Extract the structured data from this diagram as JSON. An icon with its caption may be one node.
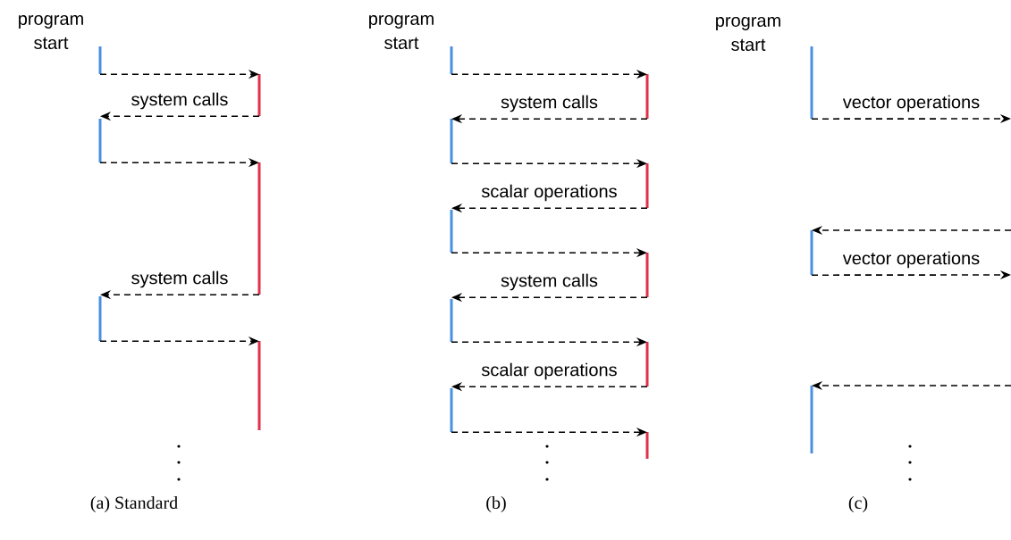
{
  "diagram": {
    "nodes": [
      {
        "text": [],
        "shape": "bar",
        "beside": [
          "program start"
        ]
      },
      {
        "text": [],
        "shape": "bar"
      },
      {
        "text": [],
        "shape": "bar"
      },
      {
        "text": [],
        "shape": "bar"
      },
      {
        "text": [],
        "shape": "bar"
      },
      {
        "text": [],
        "shape": "bar"
      },
      {
        "text": [],
        "shape": "bar",
        "beside": [
          "program start"
        ]
      },
      {
        "text": [],
        "shape": "bar"
      },
      {
        "text": [],
        "shape": "bar"
      },
      {
        "text": [],
        "shape": "bar"
      },
      {
        "text": [],
        "shape": "bar"
      },
      {
        "text": [],
        "shape": "bar"
      },
      {
        "text": [],
        "shape": "bar"
      },
      {
        "text": [],
        "shape": "bar"
      },
      {
        "text": [],
        "shape": "bar"
      },
      {
        "text": [],
        "shape": "bar"
      },
      {
        "text": [],
        "shape": "bar",
        "beside": [
          "program start"
        ]
      },
      {
        "text": [],
        "shape": "bar"
      },
      {
        "text": [],
        "shape": "bar"
      }
    ],
    "edges": [
      {
        "from": 0,
        "to": 1,
        "arrow": "to"
      },
      {
        "from": 1,
        "to": 2,
        "arrow": "to",
        "label": "system calls"
      },
      {
        "from": 2,
        "to": 3,
        "arrow": "to"
      },
      {
        "from": 3,
        "to": 4,
        "arrow": "to",
        "label": "system calls"
      },
      {
        "from": 4,
        "to": 5,
        "arrow": "to"
      },
      {
        "from": 6,
        "to": 7,
        "arrow": "to"
      },
      {
        "from": 7,
        "to": 8,
        "arrow": "to",
        "label": "system calls"
      },
      {
        "from": 8,
        "to": 9,
        "arrow": "to"
      },
      {
        "from": 9,
        "to": 10,
        "arrow": "to",
        "label": "scalar operations"
      },
      {
        "from": 10,
        "to": 11,
        "arrow": "to"
      },
      {
        "from": 11,
        "to": 12,
        "arrow": "to",
        "label": "system calls"
      },
      {
        "from": 12,
        "to": 13,
        "arrow": "to"
      },
      {
        "from": 13,
        "to": 14,
        "arrow": "to",
        "label": "scalar operations"
      },
      {
        "from": 14,
        "to": 15,
        "arrow": "to"
      },
      {
        "from": 16,
        "to": null,
        "arrow": "to",
        "label": "vector operations"
      },
      {
        "from": null,
        "to": 17,
        "arrow": "to"
      },
      {
        "from": 17,
        "to": null,
        "arrow": "to",
        "label": "vector operations"
      },
      {
        "from": null,
        "to": 18,
        "arrow": "to"
      }
    ],
    "labels": [
      "(a) Standard",
      "(b)",
      "(c)"
    ]
  }
}
